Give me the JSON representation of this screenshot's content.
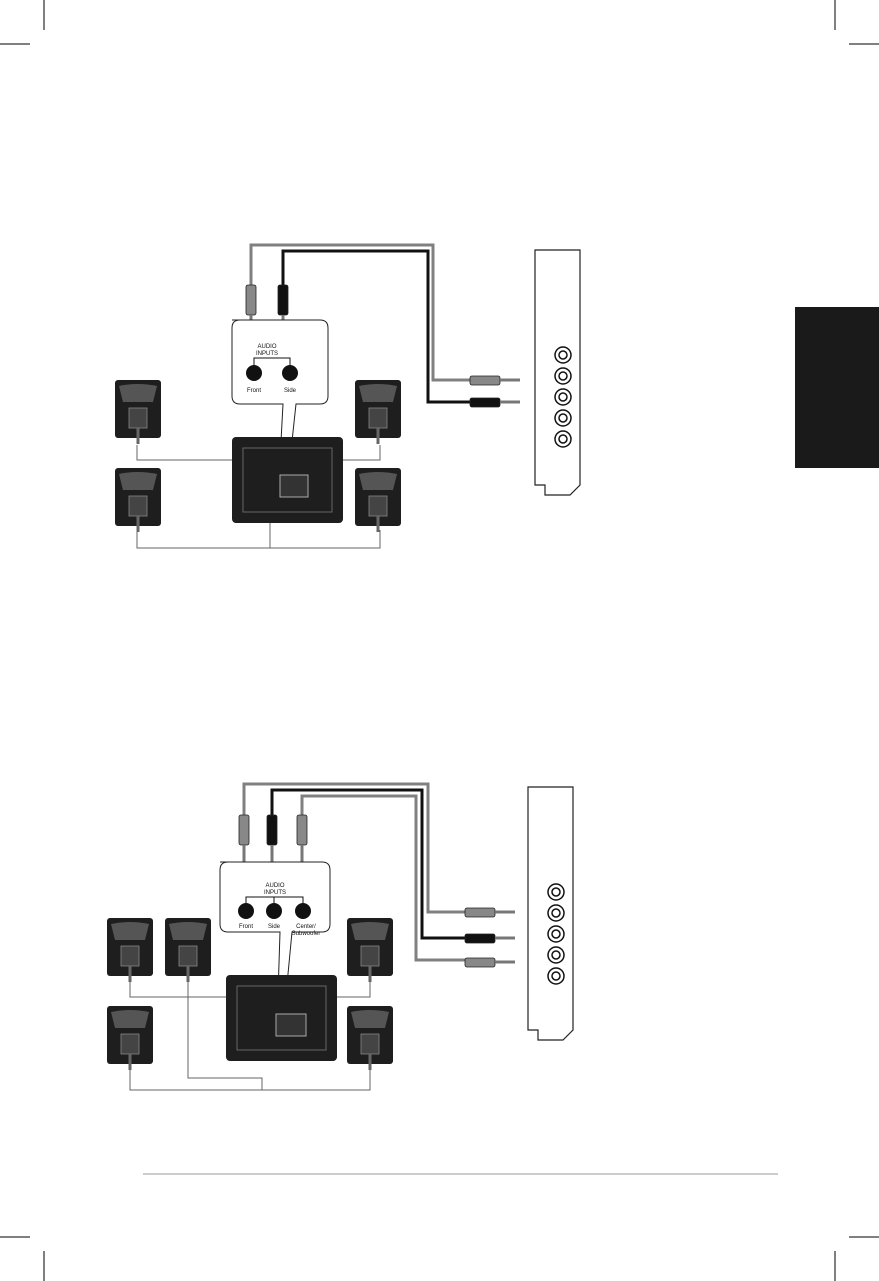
{
  "diagrams": [
    {
      "title_lines": [
        "AUDIO",
        "INPUTS"
      ],
      "jacks": [
        "Front",
        "Side"
      ]
    },
    {
      "title_lines": [
        "AUDIO",
        "INPUTS"
      ],
      "jacks": [
        "Front",
        "Side",
        "Center/",
        "Subwoofer"
      ]
    }
  ],
  "colors": {
    "tab": "#1a1a1a",
    "speaker": "#1e1e1e",
    "cable_gray": "#808080",
    "cable_black": "#111111"
  }
}
